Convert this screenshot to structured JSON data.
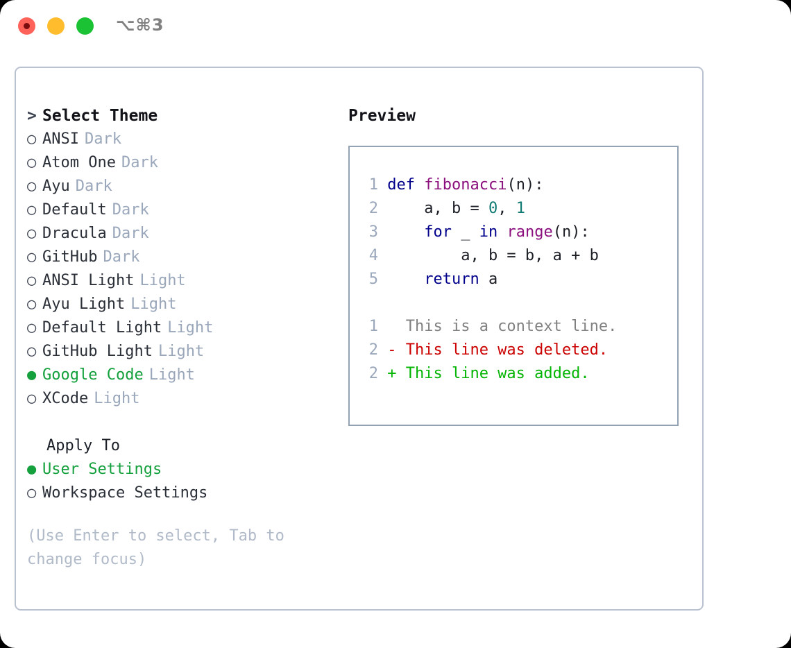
{
  "window": {
    "title": "⌥⌘3",
    "traffic_lights": [
      "close",
      "minimize",
      "maximize"
    ]
  },
  "left_panel": {
    "header": "Select Theme",
    "caret": ">",
    "selected_bullet": "●",
    "unselected_bullet": "○",
    "themes": [
      {
        "name": "ANSI",
        "variant": "Dark",
        "selected": false
      },
      {
        "name": "Atom One",
        "variant": "Dark",
        "selected": false
      },
      {
        "name": "Ayu",
        "variant": "Dark",
        "selected": false
      },
      {
        "name": "Default",
        "variant": "Dark",
        "selected": false
      },
      {
        "name": "Dracula",
        "variant": "Dark",
        "selected": false
      },
      {
        "name": "GitHub",
        "variant": "Dark",
        "selected": false
      },
      {
        "name": "ANSI Light",
        "variant": "Light",
        "selected": false
      },
      {
        "name": "Ayu Light",
        "variant": "Light",
        "selected": false
      },
      {
        "name": "Default Light",
        "variant": "Light",
        "selected": false
      },
      {
        "name": "GitHub Light",
        "variant": "Light",
        "selected": false
      },
      {
        "name": "Google Code",
        "variant": "Light",
        "selected": true
      },
      {
        "name": "XCode",
        "variant": "Light",
        "selected": false
      }
    ],
    "apply_to": {
      "header": "Apply To",
      "options": [
        {
          "label": "User Settings",
          "selected": true
        },
        {
          "label": "Workspace Settings",
          "selected": false
        }
      ]
    },
    "hint": "(Use Enter to select, Tab to change focus)"
  },
  "right_panel": {
    "label": "Preview",
    "code_lines": [
      {
        "n": "1",
        "tokens": [
          {
            "t": "def ",
            "c": "kw"
          },
          {
            "t": "fibonacci",
            "c": "fn"
          },
          {
            "t": "(n):",
            "c": "pl"
          }
        ]
      },
      {
        "n": "2",
        "tokens": [
          {
            "t": "    a, b = ",
            "c": "pl"
          },
          {
            "t": "0",
            "c": "num"
          },
          {
            "t": ", ",
            "c": "pl"
          },
          {
            "t": "1",
            "c": "num"
          }
        ]
      },
      {
        "n": "3",
        "tokens": [
          {
            "t": "    ",
            "c": "pl"
          },
          {
            "t": "for",
            "c": "kw"
          },
          {
            "t": " _ ",
            "c": "pl"
          },
          {
            "t": "in",
            "c": "kw"
          },
          {
            "t": " ",
            "c": "pl"
          },
          {
            "t": "range",
            "c": "fn"
          },
          {
            "t": "(n):",
            "c": "pl"
          }
        ]
      },
      {
        "n": "4",
        "tokens": [
          {
            "t": "        a, b = b, a + b",
            "c": "pl"
          }
        ]
      },
      {
        "n": "5",
        "tokens": [
          {
            "t": "    ",
            "c": "pl"
          },
          {
            "t": "return",
            "c": "kw"
          },
          {
            "t": " a",
            "c": "pl"
          }
        ]
      }
    ],
    "diff_lines": [
      {
        "n": "1",
        "marker": " ",
        "text": "This is a context line.",
        "kind": "ctx"
      },
      {
        "n": "2",
        "marker": "-",
        "text": "This line was deleted.",
        "kind": "del"
      },
      {
        "n": "2",
        "marker": "+",
        "text": "This line was added.",
        "kind": "add"
      }
    ]
  },
  "colors": {
    "accent_green": "#14a03c",
    "badge_gray": "#9aa7bb",
    "keyword": "#00008b",
    "function": "#8b0f7d",
    "number": "#0e7a72",
    "context": "#808080",
    "deleted": "#cc0000",
    "added": "#00b400",
    "panel_border": "#b9c2d0",
    "preview_border": "#94a3b4"
  }
}
